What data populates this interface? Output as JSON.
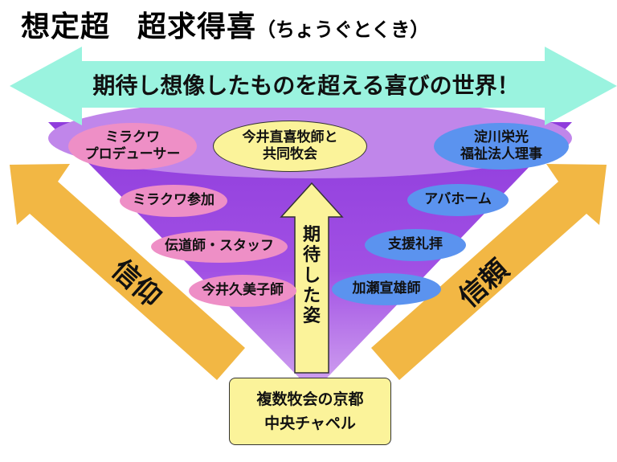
{
  "title": {
    "main": "想定超",
    "sub": "超求得喜",
    "reading": "（ちょうぐとくき）"
  },
  "banner": {
    "text": "期待し想像したものを超える喜びの世界！"
  },
  "top_ovals": {
    "left": [
      "ミラクワ",
      "プロデューサー"
    ],
    "center": [
      "今井直喜牧師と",
      "共同牧会"
    ],
    "right": [
      "淀川栄光",
      "福祉法人理事"
    ]
  },
  "left_items": [
    "ミラクワ参加",
    "伝道師・スタッフ",
    "今井久美子師"
  ],
  "right_items": [
    "アバホーム",
    "支援礼拝",
    "加瀬宣雄師"
  ],
  "center_arrow": {
    "chars": [
      "期",
      "待",
      "し",
      "た",
      "姿"
    ]
  },
  "left_arrow": {
    "label": "信仰"
  },
  "right_arrow": {
    "label": "信頼"
  },
  "bottom_box": {
    "line1": "複数牧会の京都",
    "line2": "中央チャペル"
  },
  "colors": {
    "banner_arrow": "#9af3df",
    "triangle": "#9b3ee0",
    "ellipse_top": "#c086ea",
    "side_arrows": "#f2b744",
    "pink_oval": "#ee8fc6",
    "blue_oval": "#5b93ef",
    "yellow_box": "#fbf39a"
  }
}
